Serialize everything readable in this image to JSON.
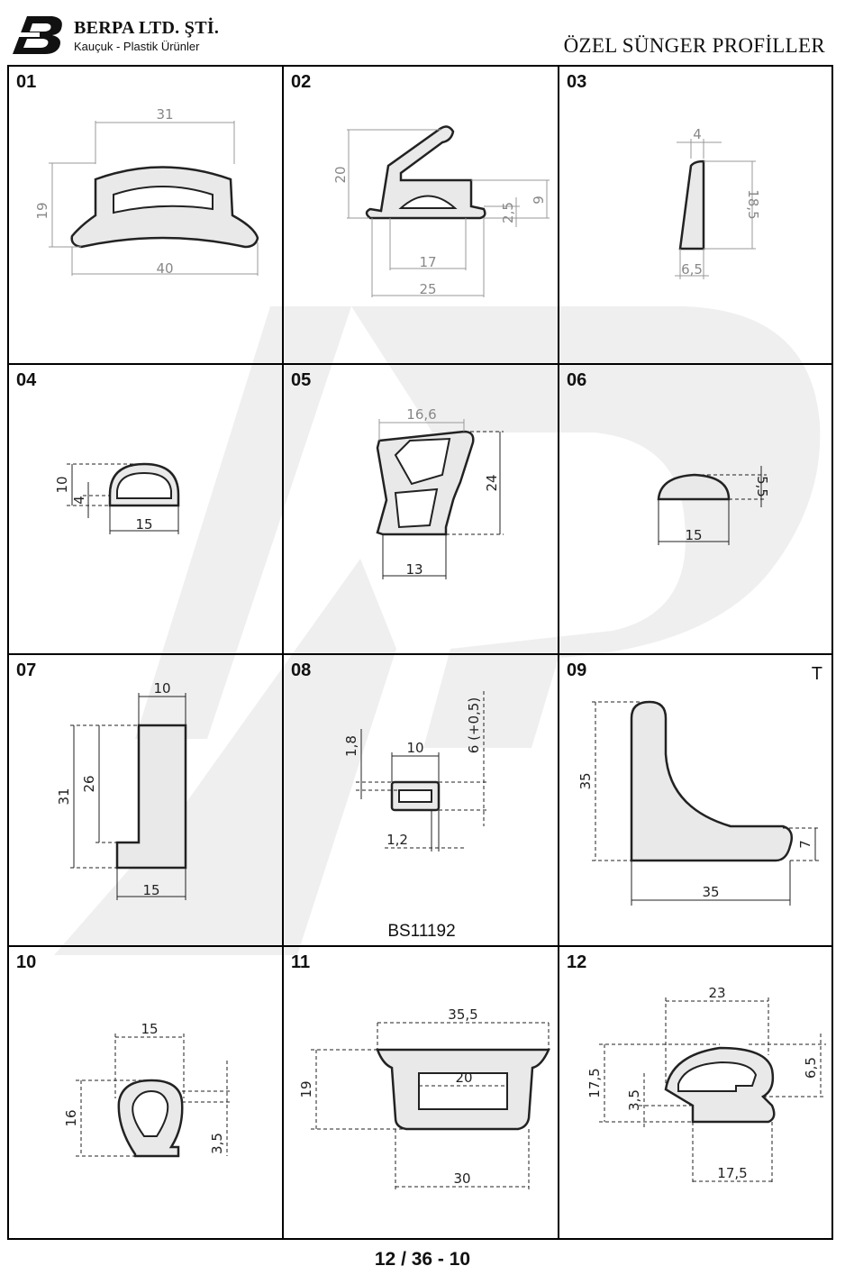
{
  "header": {
    "company": "BERPA LTD. ŞTİ.",
    "subtitle": "Kauçuk - Plastik Ürünler",
    "title": "ÖZEL SÜNGER PROFİLLER"
  },
  "profiles": [
    {
      "num": "01",
      "dims": [
        "31",
        "19",
        "40"
      ]
    },
    {
      "num": "02",
      "dims": [
        "20",
        "9",
        "2,5",
        "17",
        "25"
      ]
    },
    {
      "num": "03",
      "dims": [
        "4",
        "18,5",
        "6,5"
      ]
    },
    {
      "num": "04",
      "dims": [
        "10",
        "4",
        "15"
      ]
    },
    {
      "num": "05",
      "dims": [
        "16,6",
        "24",
        "13"
      ]
    },
    {
      "num": "06",
      "dims": [
        "5,5",
        "15"
      ]
    },
    {
      "num": "07",
      "dims": [
        "10",
        "31",
        "26",
        "15"
      ]
    },
    {
      "num": "08",
      "dims": [
        "1,8",
        "10",
        "6 (+0,5)",
        "1,2"
      ],
      "code": "BS11192"
    },
    {
      "num": "09",
      "dims": [
        "35",
        "7",
        "35"
      ],
      "mark": "T"
    },
    {
      "num": "10",
      "dims": [
        "15",
        "16",
        "3,5"
      ]
    },
    {
      "num": "11",
      "dims": [
        "35,5",
        "19",
        "20",
        "30"
      ]
    },
    {
      "num": "12",
      "dims": [
        "23",
        "17,5",
        "6,5",
        "3,5",
        "17,5"
      ]
    }
  ],
  "footer": "12 / 36 - 10"
}
